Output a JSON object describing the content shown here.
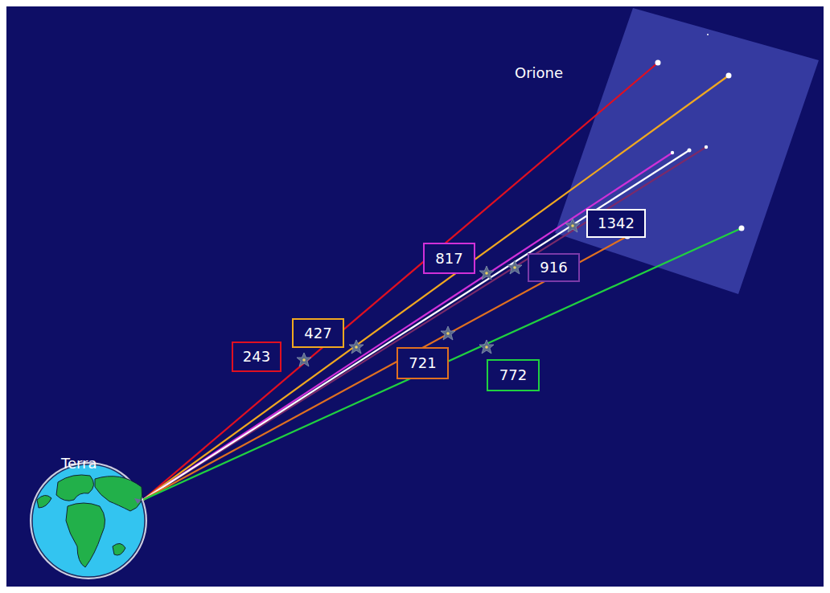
{
  "diagram": {
    "nodes": [
      {
        "text": [
          "243"
        ]
      },
      {
        "text": [
          "427"
        ]
      },
      {
        "text": [
          "817"
        ]
      },
      {
        "text": [
          "916"
        ]
      },
      {
        "text": [
          "1342"
        ]
      },
      {
        "text": [
          "721"
        ]
      },
      {
        "text": [
          "772"
        ]
      }
    ],
    "labels": [
      "Orione",
      "Terra"
    ]
  }
}
